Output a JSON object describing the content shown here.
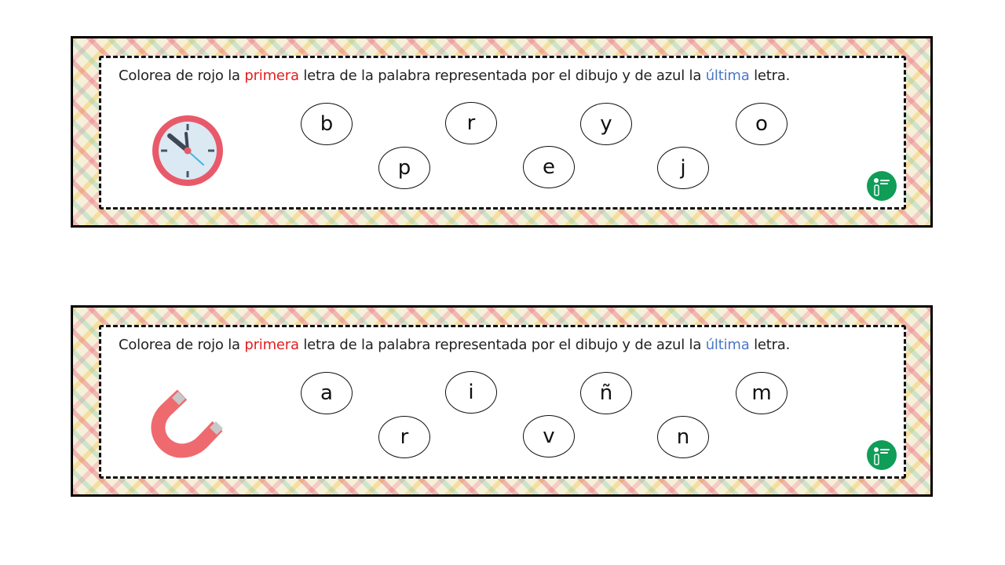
{
  "cards": [
    {
      "instruction": {
        "before": "Colorea de rojo la ",
        "first": "primera",
        "middle": " letra de la palabra representada por el dibujo y de azul la ",
        "last": "última",
        "after": " letra."
      },
      "picture": "clock-icon",
      "letters": [
        "b",
        "p",
        "r",
        "e",
        "y",
        "j",
        "o"
      ]
    },
    {
      "instruction": {
        "before": "Colorea de rojo la ",
        "first": "primera",
        "middle": " letra de la palabra representada por el dibujo y de azul la ",
        "last": "última",
        "after": " letra."
      },
      "picture": "magnet-icon",
      "letters": [
        "a",
        "r",
        "i",
        "v",
        "ñ",
        "n",
        "m"
      ]
    }
  ],
  "colors": {
    "first_letter": "#e32020",
    "last_letter": "#4a78c8",
    "logo_green": "#0f9d58",
    "clock_rim": "#e85a6a",
    "magnet_body": "#ef6a6f"
  },
  "logo": "aprender-a-dibujar-logo"
}
